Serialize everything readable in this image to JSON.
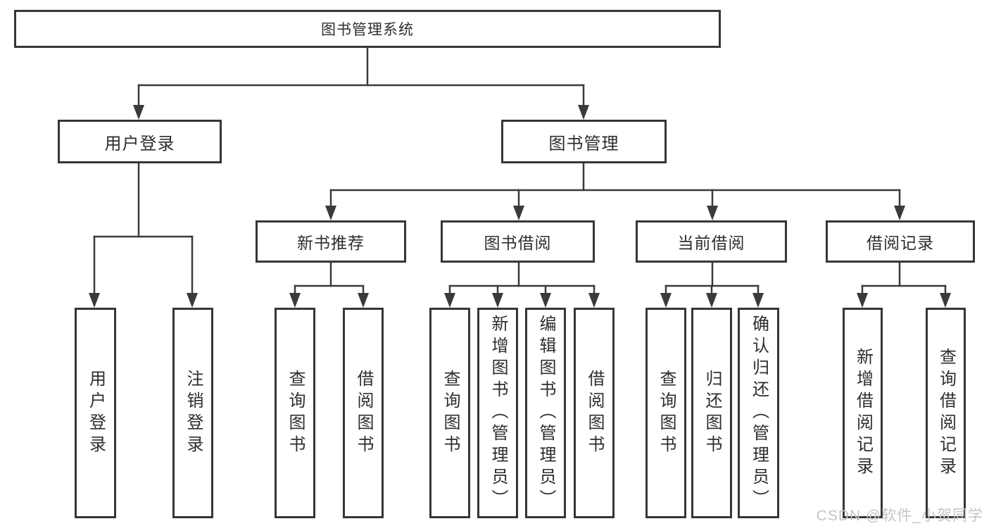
{
  "diagram": {
    "root": {
      "label": "图书管理系统"
    },
    "user_login": {
      "label": "用户登录",
      "children": [
        {
          "label": "用户登录"
        },
        {
          "label": "注销登录"
        }
      ]
    },
    "book_mgmt": {
      "label": "图书管理",
      "sections": [
        {
          "label": "新书推荐",
          "children": [
            {
              "label": "查询图书"
            },
            {
              "label": "借阅图书"
            }
          ]
        },
        {
          "label": "图书借阅",
          "children": [
            {
              "label": "查询图书"
            },
            {
              "label": "新增图书（管理员）"
            },
            {
              "label": "编辑图书（管理员）"
            },
            {
              "label": "借阅图书"
            }
          ]
        },
        {
          "label": "当前借阅",
          "children": [
            {
              "label": "查询图书"
            },
            {
              "label": "归还图书"
            },
            {
              "label": "确认归还（管理员）"
            }
          ]
        },
        {
          "label": "借阅记录",
          "children": [
            {
              "label": "新增借阅记录"
            },
            {
              "label": "查询借阅记录"
            }
          ]
        }
      ]
    }
  },
  "watermark": {
    "text": "CSDN @软件_小贺同学"
  },
  "colors": {
    "line": "#3a3a3a",
    "box_border": "#363636",
    "text": "#2e2e2e",
    "watermark": "#c5c5c5",
    "background": "#ffffff"
  }
}
